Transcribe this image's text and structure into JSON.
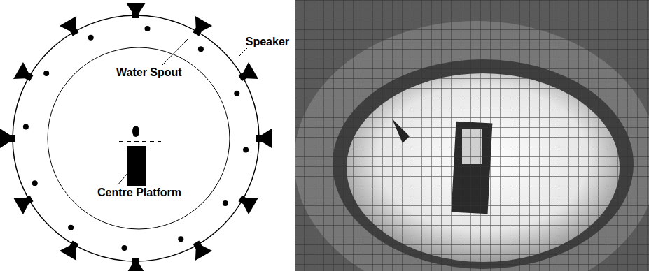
{
  "diagram": {
    "labels": [
      "Speaker",
      "Water Spout",
      "Centre Platform"
    ]
  }
}
